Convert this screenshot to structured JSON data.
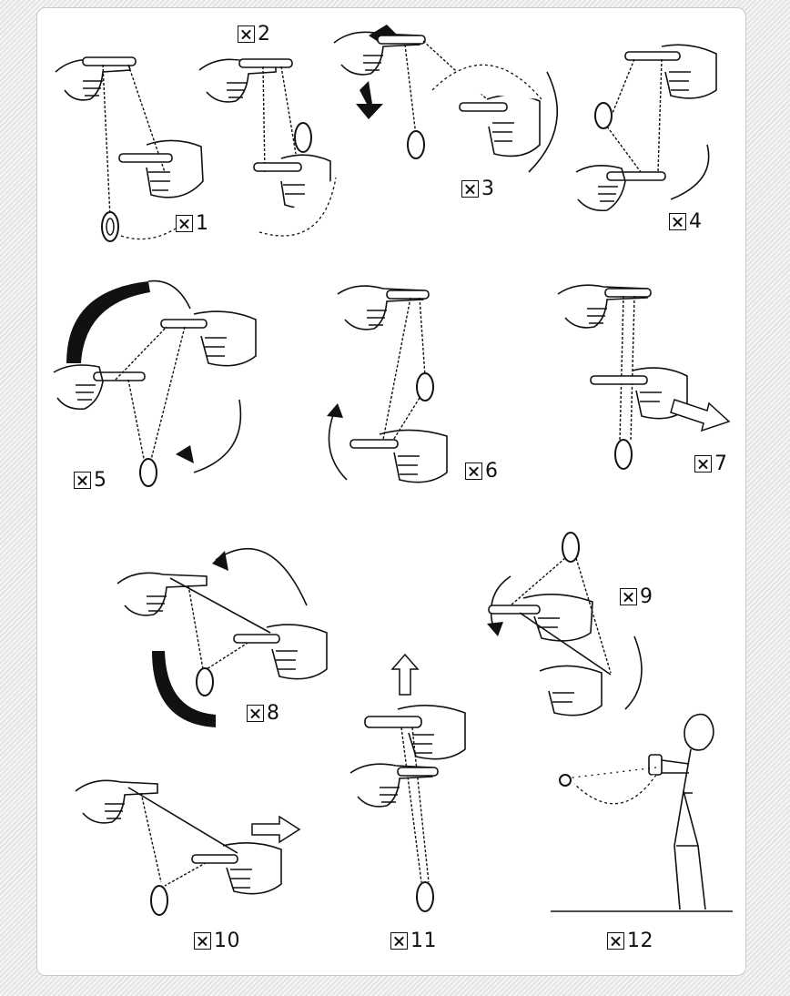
{
  "figures": [
    {
      "id": "fig1",
      "caption": "図1"
    },
    {
      "id": "fig2",
      "caption": "図2"
    },
    {
      "id": "fig3",
      "caption": "図3"
    },
    {
      "id": "fig4",
      "caption": "図4"
    },
    {
      "id": "fig5",
      "caption": "図5"
    },
    {
      "id": "fig6",
      "caption": "図6"
    },
    {
      "id": "fig7",
      "caption": "図7"
    },
    {
      "id": "fig8",
      "caption": "図8"
    },
    {
      "id": "fig9",
      "caption": "図9"
    },
    {
      "id": "fig10",
      "caption": "図10"
    },
    {
      "id": "fig11",
      "caption": "図11"
    },
    {
      "id": "fig12",
      "caption": "図12"
    }
  ],
  "icons": [
    "hand-icon",
    "stick-icon",
    "diabolo-icon",
    "motion-arrow-icon",
    "performer-icon"
  ]
}
